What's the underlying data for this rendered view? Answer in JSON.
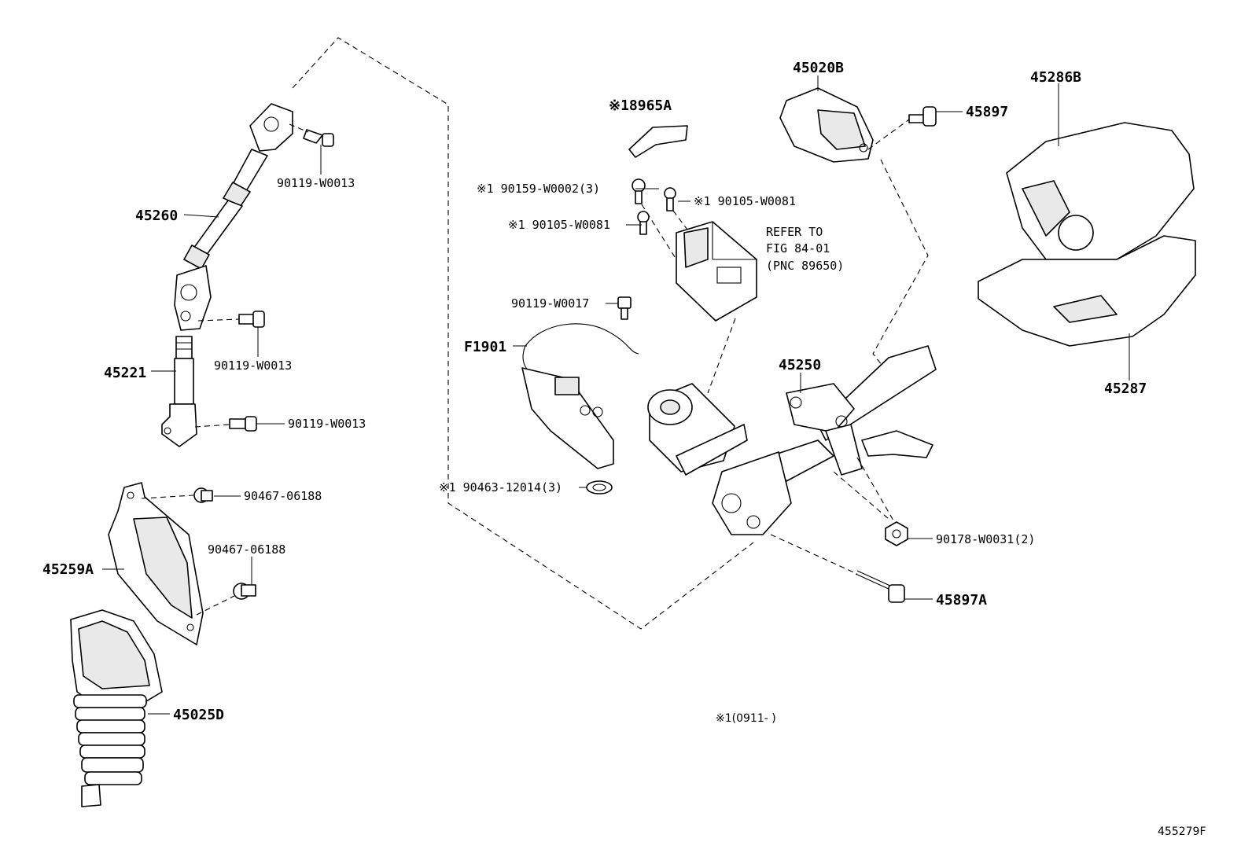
{
  "callouts": {
    "c45260": "45260",
    "c90119_top": "90119-W0013",
    "c90119_mid": "90119-W0013",
    "c45221": "45221",
    "c90119_low": "90119-W0013",
    "c90467_a": "90467-06188",
    "c90467_b": "90467-06188",
    "c45259a": "45259A",
    "c45025d": "45025D",
    "c18965a": "※18965A",
    "c90159": "※1 90159-W0002(3)",
    "c90105_r": "※1 90105-W0081",
    "c90105_l": "※1 90105-W0081",
    "c90119_w17": "90119-W0017",
    "cf1901": "F1901",
    "c90463": "※1 90463-12014(3)",
    "c45020b": "45020B",
    "c45897": "45897",
    "c45286b": "45286B",
    "c45287": "45287",
    "c45250": "45250",
    "c90178": "90178-W0031(2)",
    "c45897a": "45897A"
  },
  "refer": {
    "line1": "REFER TO",
    "line2": "FIG 84-01",
    "line3": "(PNC 89650)"
  },
  "footnote": "※1(0911-  )",
  "figure_id": "455279F"
}
